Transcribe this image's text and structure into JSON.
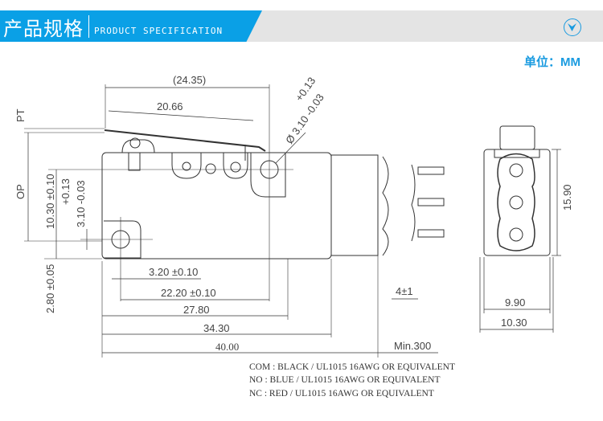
{
  "header": {
    "title_cn": "产品规格",
    "title_en": "PRODUCT SPECIFICATION",
    "toggle_icon": "chevron-down-circle-icon"
  },
  "unit_label": "单位：MM",
  "dimensions": {
    "overall_lever": "(24.35)",
    "lever_length": "20.66",
    "pt": "PT",
    "op": "OP",
    "op_height": "10.30 ±0.10",
    "hole_tol_plus": "+0.13",
    "hole_dia_minus": "3.10  -0.03",
    "hole_top_plus": "+0.13",
    "hole_top": "Ø 3.10 -0.03",
    "bottom_offset": "2.80 ±0.05",
    "hole_width": "3.20 ±0.10",
    "hole_pitch": "22.20 ±0.10",
    "body_length": "27.80",
    "housing_length": "34.30",
    "total_length": "40.00",
    "wire_min": "Min.300",
    "strip": "4±1",
    "side_height": "15.90",
    "side_width_inner": "9.90",
    "side_width_outer": "10.30"
  },
  "wires": [
    "COM : BLACK / UL1015 16AWG OR EQUIVALENT",
    "NO : BLUE / UL1015 16AWG OR EQUIVALENT",
    "NC : RED / UL1015 16AWG OR EQUIVALENT"
  ]
}
